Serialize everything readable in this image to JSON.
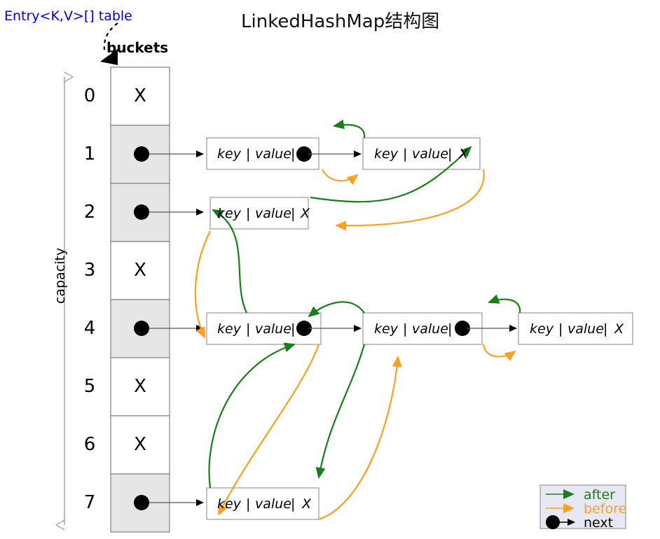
{
  "title": "LinkedHashMap结构图",
  "table_label": "Entry<K,V>[] table",
  "buckets_label": "buckets",
  "capacity_label": "capacity",
  "colors": {
    "after": "#1a7d1a",
    "before": "#ffa01e",
    "next": "#000000",
    "table_label": "#0000ee",
    "cell_filled_bg": "#e6e6e6",
    "cell_border": "#808080",
    "legend_bg": "#e8e8f4",
    "legend_border": "#999999"
  },
  "buckets": [
    {
      "index": "0",
      "filled": false,
      "mark": "X",
      "entries": []
    },
    {
      "index": "1",
      "filled": true,
      "mark": "●",
      "entries": [
        {
          "key": "key",
          "sep1": "|",
          "value": "value",
          "sep2": "|",
          "next": "●"
        },
        {
          "key": "key",
          "sep1": "|",
          "value": "value",
          "sep2": "|",
          "next": "X"
        }
      ]
    },
    {
      "index": "2",
      "filled": true,
      "mark": "●",
      "entries": [
        {
          "key": "key",
          "sep1": "|",
          "value": "value",
          "sep2": "|",
          "next": "X"
        }
      ]
    },
    {
      "index": "3",
      "filled": false,
      "mark": "X",
      "entries": []
    },
    {
      "index": "4",
      "filled": true,
      "mark": "●",
      "entries": [
        {
          "key": "key",
          "sep1": "|",
          "value": "value",
          "sep2": "|",
          "next": "●"
        },
        {
          "key": "key",
          "sep1": "|",
          "value": "value",
          "sep2": "|",
          "next": "●"
        },
        {
          "key": "key",
          "sep1": "|",
          "value": "value",
          "sep2": "|",
          "next": "X"
        }
      ]
    },
    {
      "index": "5",
      "filled": false,
      "mark": "X",
      "entries": []
    },
    {
      "index": "6",
      "filled": false,
      "mark": "X",
      "entries": []
    },
    {
      "index": "7",
      "filled": true,
      "mark": "●",
      "entries": [
        {
          "key": "key",
          "sep1": "|",
          "value": "value",
          "sep2": "|",
          "next": "X"
        }
      ]
    }
  ],
  "entry_cells": {
    "r1e1": {
      "key": "key",
      "sep1": "|",
      "value": "value",
      "sep2": "|",
      "next": "●"
    },
    "r1e2": {
      "key": "key",
      "sep1": "|",
      "value": "value",
      "sep2": "|",
      "next": "X"
    },
    "r2e1": {
      "key": "key",
      "sep1": "|",
      "value": "value",
      "sep2": "|",
      "next": "X"
    },
    "r4e1": {
      "key": "key",
      "sep1": "|",
      "value": "value",
      "sep2": "|",
      "next": "●"
    },
    "r4e2": {
      "key": "key",
      "sep1": "|",
      "value": "value",
      "sep2": "|",
      "next": "●"
    },
    "r4e3": {
      "key": "key",
      "sep1": "|",
      "value": "value",
      "sep2": "|",
      "next": "X"
    },
    "r7e1": {
      "key": "key",
      "sep1": "|",
      "value": "value",
      "sep2": "|",
      "next": "X"
    }
  },
  "legend": {
    "items": [
      {
        "label": "after",
        "color": "#1a7d1a",
        "kind": "line-arrow"
      },
      {
        "label": "before",
        "color": "#ffa01e",
        "kind": "line-arrow"
      },
      {
        "label": "next",
        "color": "#000000",
        "kind": "dot-arrow"
      }
    ]
  }
}
